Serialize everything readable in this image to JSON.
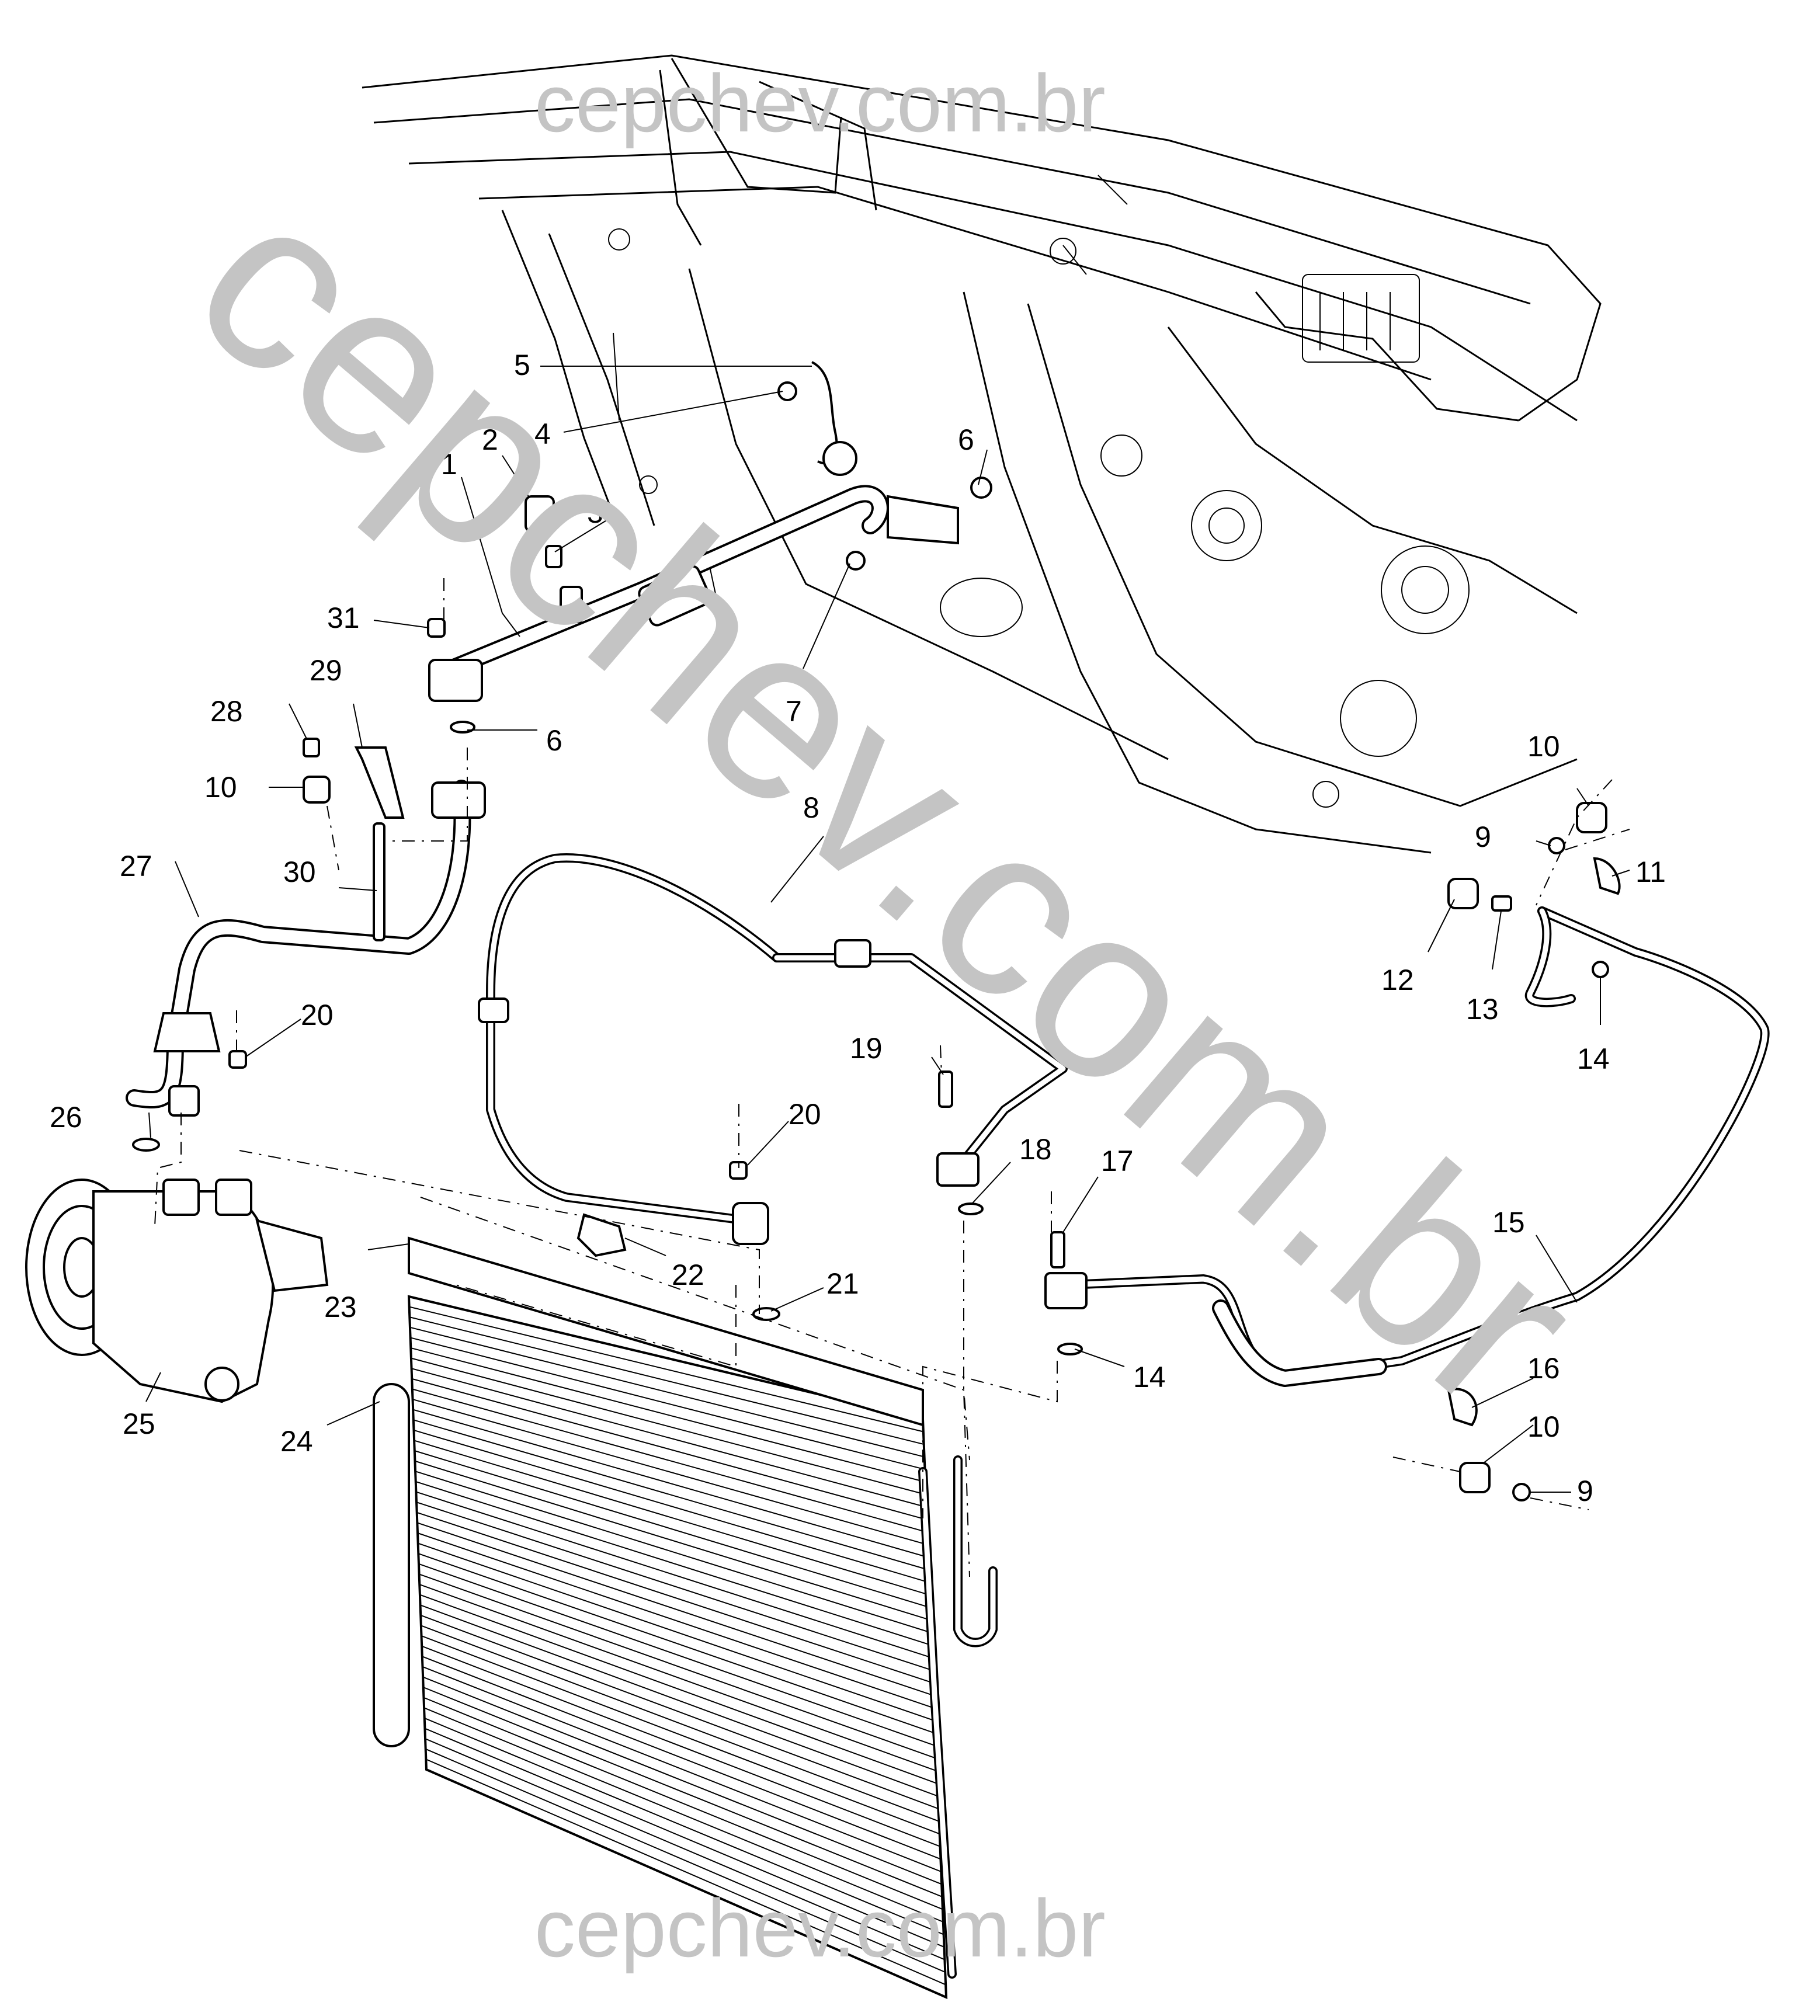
{
  "watermark": {
    "text": "cepchev.com.br",
    "color": "#c4c4c4"
  },
  "callouts": {
    "c1": "1",
    "c2": "2",
    "c3": "3",
    "c4": "4",
    "c5": "5",
    "c6a": "6",
    "c6b": "6",
    "c7": "7",
    "c8": "8",
    "c9a": "9",
    "c9b": "9",
    "c10a": "10",
    "c10b": "10",
    "c10c": "10",
    "c11": "11",
    "c12": "12",
    "c13": "13",
    "c14a": "14",
    "c14b": "14",
    "c15": "15",
    "c16": "16",
    "c17": "17",
    "c18": "18",
    "c19": "19",
    "c20a": "20",
    "c20b": "20",
    "c21": "21",
    "c22": "22",
    "c23": "23",
    "c24": "24",
    "c25": "25",
    "c26": "26",
    "c27": "27",
    "c28": "28",
    "c29": "29",
    "c30": "30",
    "c31": "31"
  },
  "icons": {
    "condenser": "condenser-icon",
    "compressor": "compressor-icon",
    "body_structure": "vehicle-front-structure-icon"
  }
}
